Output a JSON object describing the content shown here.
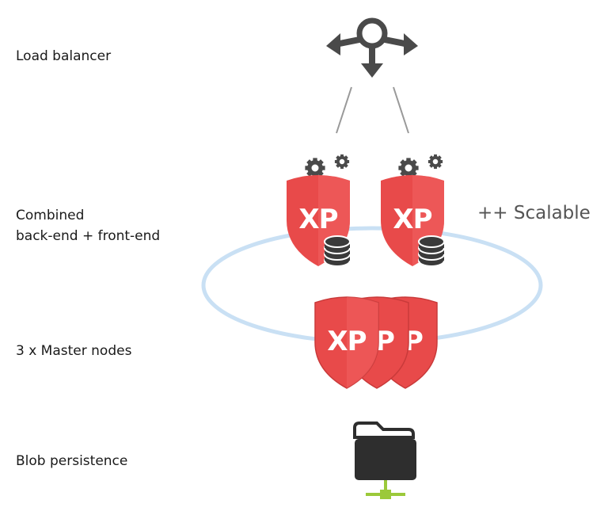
{
  "labels": {
    "load_balancer": "Load balancer",
    "combined_line1": "Combined",
    "combined_line2": "back-end + front-end",
    "master_nodes": "3 x Master nodes",
    "blob_persistence": "Blob persistence"
  },
  "annotation": {
    "scalable": "++ Scalable"
  },
  "badges": {
    "xp": "XP",
    "p": "P"
  },
  "icons": {
    "load_balancer": "load-balancer-icon",
    "node": "xp-shield-icon",
    "gear": "gear-icon",
    "database": "database-icon",
    "storage": "folder-network-icon"
  },
  "colors": {
    "shield": "#e84a4a",
    "shield_dark": "#c93a3a",
    "ring": "#c9e0f4",
    "connector": "#999999",
    "icon_dark": "#4a4a4a",
    "network_green": "#9bc93a"
  }
}
